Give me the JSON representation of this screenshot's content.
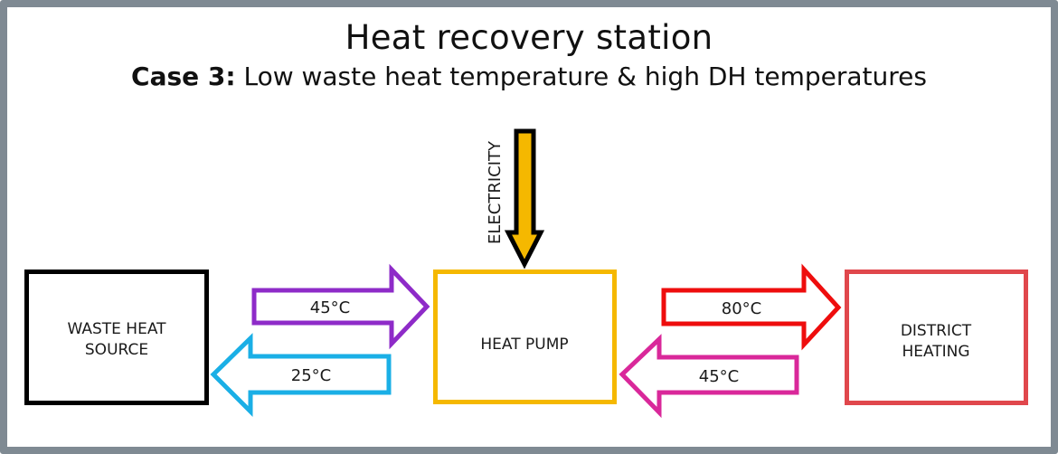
{
  "header": {
    "title": "Heat recovery station",
    "subtitle_bold": "Case 3:",
    "subtitle_rest": " Low waste heat temperature & high DH temperatures"
  },
  "nodes": {
    "waste_heat": {
      "line1": "WASTE HEAT",
      "line2": "SOURCE",
      "color": "#000000"
    },
    "heat_pump": {
      "line1": "HEAT PUMP",
      "color": "#f5b800"
    },
    "district_heating": {
      "line1": "DISTRICT",
      "line2": "HEATING",
      "color": "#e0474c"
    }
  },
  "flows": {
    "waste_to_pump": {
      "label": "45°C",
      "color": "#8e2bc8",
      "direction": "right"
    },
    "pump_to_waste": {
      "label": "25°C",
      "color": "#1aafe6",
      "direction": "left"
    },
    "pump_to_dh": {
      "label": "80°C",
      "color": "#ee0d0d",
      "direction": "right"
    },
    "dh_to_pump": {
      "label": "45°C",
      "color": "#d9289a",
      "direction": "left"
    },
    "electricity": {
      "label": "ELECTRICITY",
      "fill": "#f5b800",
      "outline": "#000000",
      "direction": "down"
    }
  },
  "colors": {
    "frame": "#7f8a93",
    "background": "#ffffff"
  }
}
